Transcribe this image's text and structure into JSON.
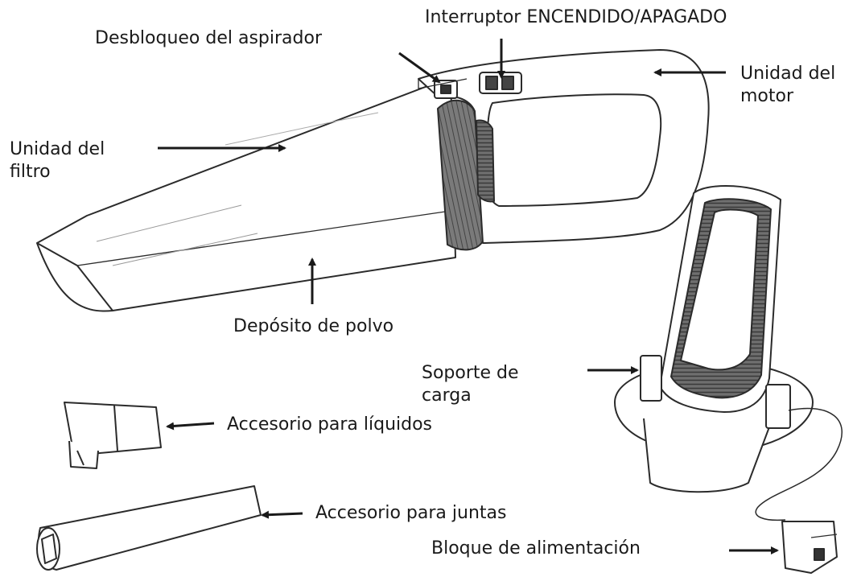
{
  "labels": {
    "onoff_switch": "Interruptor ENCENDIDO/APAGADO",
    "vacuum_release": "Desbloqueo del aspirador",
    "motor_unit": {
      "line1": "Unidad del",
      "line2": "motor"
    },
    "filter_unit": {
      "line1": "Unidad del",
      "line2": "filtro"
    },
    "dust_container": "Depósito de polvo",
    "charging_stand": {
      "line1": "Soporte de",
      "line2": "carga"
    },
    "liquid_accessory": "Accesorio para líquidos",
    "crevice_accessory": "Accesorio para juntas",
    "power_block": "Bloque de alimentación"
  },
  "colors": {
    "line": "#2b2b2b",
    "ribbing": "#555555",
    "text": "#1a1a1a"
  }
}
